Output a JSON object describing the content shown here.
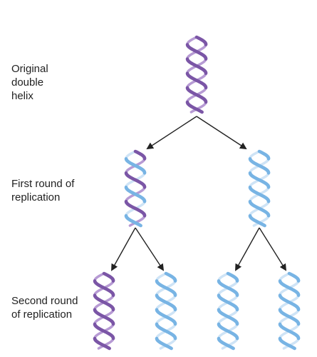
{
  "labels": {
    "original": "Original\ndouble\nhelix",
    "first_round": "First round of\nreplication",
    "second_round": "Second round\nof replication"
  },
  "strands": {
    "parent": [
      "purple",
      "purple"
    ],
    "first_round": [
      [
        "purple",
        "blue"
      ],
      [
        "blue",
        "blue"
      ]
    ],
    "second_round": [
      [
        "purple",
        "purple"
      ],
      [
        "blue",
        "blue"
      ],
      [
        "blue",
        "blue"
      ],
      [
        "blue",
        "blue"
      ]
    ]
  },
  "colors": {
    "purple": "#7B56A6",
    "purple_light": "#B79BD4",
    "blue": "#78B4E4",
    "blue_light": "#CFE4F6",
    "arrow": "#222222",
    "text": "#222222"
  }
}
